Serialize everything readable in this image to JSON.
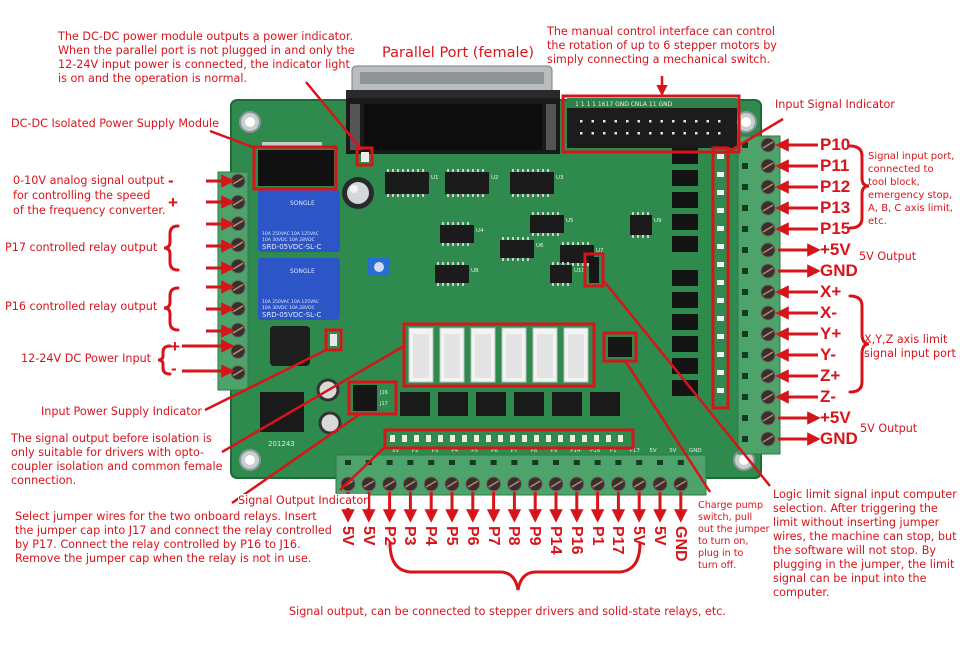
{
  "colors": {
    "annotation_red": "#d8141b",
    "pcb_green": "#2f8a4e",
    "terminal_green": "#4ea36a",
    "relay_blue": "#2c56c8",
    "background": "#ffffff"
  },
  "annotations": {
    "dcdc_indicator": "The DC-DC power module outputs a power indicator. When the parallel port is not plugged in and only the 12-24V input power is connected, the indicator light is on and the operation is normal.",
    "dcdc_indicator_lines": [
      "The DC-DC power module outputs a power indicator.",
      "When the parallel port is not plugged in and only the",
      "12-24V input power is connected, the indicator light",
      "is on and the operation is normal."
    ],
    "parallel_port": "Parallel Port (female)",
    "manual_control_lines": [
      "The manual control interface can control",
      "the rotation of up to 6 stepper motors by",
      "simply connecting a mechanical switch."
    ],
    "input_signal_indicator": "Input Signal Indicator",
    "dcdc_module": "DC-DC Isolated Power Supply Module",
    "analog_output_lines": [
      "0-10V analog signal output",
      "for controlling the speed",
      "of the frequency converter."
    ],
    "analog_minus": "-",
    "analog_plus": "+",
    "p17_relay": "P17 controlled relay output",
    "p16_relay": "P16 controlled relay output",
    "dc_power_input": "12-24V DC Power Input",
    "power_plus": "+",
    "power_minus": "-",
    "input_power_indicator": "Input Power Supply Indicator",
    "pre_isolation_lines": [
      "The signal output before isolation is",
      "only suitable for drivers with opto-",
      "coupler isolation and common female",
      "connection."
    ],
    "signal_output_indicator": "Signal Output Indicator",
    "jumper_lines": [
      "Select jumper wires for the two onboard relays. Insert",
      "the jumper cap into J17 and connect the relay controlled",
      "by P17. Connect the relay controlled by P16 to J16.",
      "Remove the jumper cap when the relay is not in use."
    ],
    "charge_pump_lines": [
      "Charge pump",
      "switch, pull",
      "out the jumper",
      "to turn on,",
      "plug in to",
      "turn off."
    ],
    "logic_limit_lines": [
      "Logic limit signal input computer",
      "selection. After triggering the",
      "limit without inserting jumper",
      "wires, the machine can stop, but",
      "the software will not stop. By",
      "plugging in the jumper, the limit",
      "signal can be input into the",
      "computer."
    ],
    "signal_input_lines": [
      "Signal input port,",
      "connected to",
      "tool block,",
      "emergency stop,",
      "A, B, C axis limit,",
      "etc."
    ],
    "axis_limit_lines": [
      "X,Y,Z axis limit",
      "signal input port"
    ],
    "five_v_output_1": "5V Output",
    "five_v_output_2": "5V Output",
    "signal_output_bottom": "Signal output, can be connected to stepper drivers and solid-state relays, etc."
  },
  "right_pins": [
    "P10",
    "P11",
    "P12",
    "P13",
    "P15",
    "+5V",
    "GND",
    "X+",
    "X-",
    "Y+",
    "Y-",
    "Z+",
    "Z-",
    "+5V",
    "GND"
  ],
  "bottom_pins": [
    "5V",
    "5V",
    "P2",
    "P3",
    "P4",
    "P5",
    "P6",
    "P7",
    "P8",
    "P9",
    "P14",
    "P16",
    "P1",
    "P17",
    "5V",
    "5V",
    "GND"
  ],
  "board": {
    "relay_brand": "SONGLE",
    "relay_model": "SRD-05VDC-SL-C",
    "relay_rating_lines": [
      "10A 250VAC 10A 125VAC",
      "10A 30VDC 10A 28VDC"
    ],
    "header_silk": "1 1 1 1 1617 GND CNLA 11 GND",
    "bottom_silk": [
      "5V",
      "P2",
      "P3",
      "P4",
      "P5",
      "P6",
      "P7",
      "P8",
      "P9",
      "P14",
      "P16",
      "P1",
      "P17",
      "5V",
      "5V",
      "GND"
    ],
    "board_id": "201243",
    "jumper_labels": [
      "J16",
      "J17"
    ],
    "chip_labels": [
      "U1",
      "U2",
      "U3",
      "U4",
      "U5",
      "U6",
      "U7",
      "U8",
      "U9",
      "U10"
    ]
  }
}
